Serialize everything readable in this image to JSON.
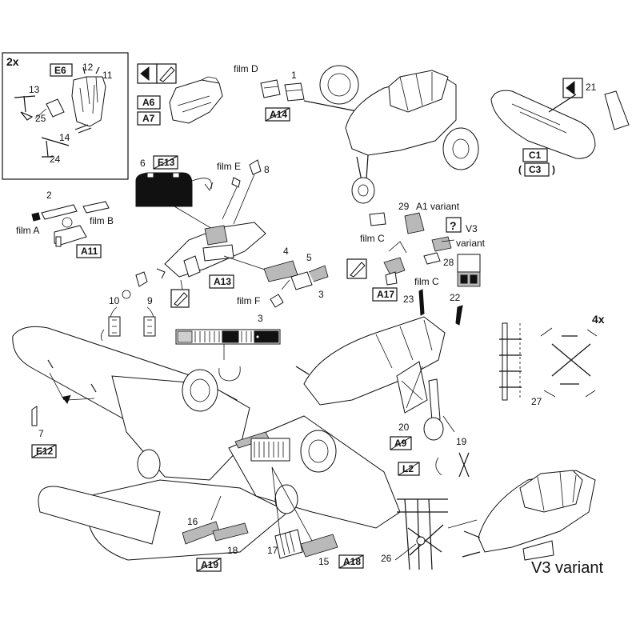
{
  "inset": {
    "multiplier": "2x",
    "code": "E6",
    "parts": [
      "12",
      "11",
      "13",
      "25",
      "14",
      "24"
    ]
  },
  "top_left": {
    "codes": [
      "A6",
      "A7"
    ]
  },
  "film_d": {
    "label": "film D",
    "part": "1",
    "code": "A14"
  },
  "cockpit_part": {
    "part": "21",
    "codes": [
      "C1",
      "C3"
    ]
  },
  "panel": {
    "part": "6",
    "code": "E13",
    "film_e": "film E",
    "part_8": "8"
  },
  "seat": {
    "part": "2",
    "film_a": "film A",
    "film_b": "film B",
    "code": "A11"
  },
  "tub": {
    "code": "A13",
    "parts": [
      "4",
      "5",
      "3"
    ],
    "film_f": "film F"
  },
  "rudder_pedals": {
    "parts": [
      "10",
      "9"
    ]
  },
  "pe_strip": {
    "part": "3"
  },
  "a1_variant": {
    "part": "29",
    "label": "A1 variant",
    "film_c_1": "film C",
    "q": "?",
    "v3": "V3",
    "variant": "variant",
    "part_28": "28",
    "film_c_2": "film C",
    "code": "A17",
    "part_23": "23",
    "part_22": "22"
  },
  "mesh": {
    "multiplier": "4x",
    "part": "27"
  },
  "wing": {
    "part": "7",
    "code": "E12"
  },
  "nose": {
    "parts": [
      "20",
      "19"
    ],
    "codes": [
      "A9",
      "L2"
    ]
  },
  "flaps": {
    "parts": [
      "16",
      "18",
      "17",
      "15"
    ],
    "codes": [
      "A19",
      "A18"
    ]
  },
  "v3": {
    "part": "26",
    "label": "V3 variant"
  }
}
